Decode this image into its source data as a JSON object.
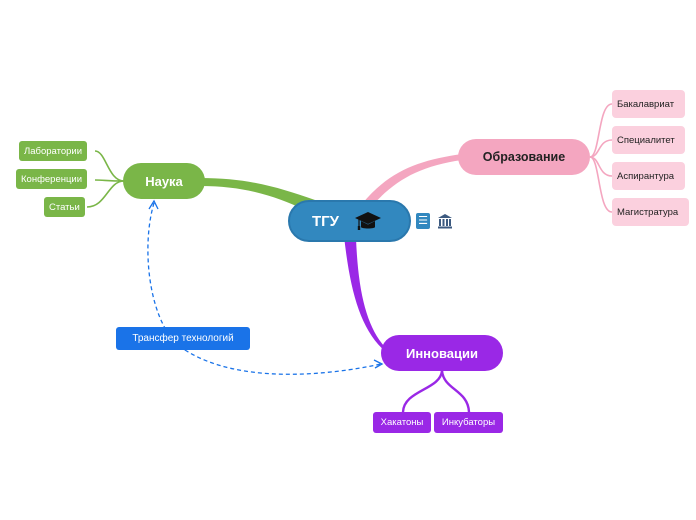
{
  "colors": {
    "center": "#3288bf",
    "green": "#7ab648",
    "pink": "#f4a6c0",
    "pink_light": "#fbd0de",
    "purple": "#9a28e6",
    "blue_link": "#1a73e8"
  },
  "center": {
    "label": "ТГУ",
    "icon": "graduation-cap-icon"
  },
  "side_icons": [
    "notes-icon",
    "university-building-icon"
  ],
  "branches": {
    "nauka": {
      "label": "Наука",
      "children": [
        "Лаборатории",
        "Конференции",
        "Статьи"
      ]
    },
    "obrazovanie": {
      "label": "Образование",
      "children": [
        "Бакалавриат",
        "Специалитет",
        "Аспирантура",
        "Магистратура"
      ]
    },
    "innovacii": {
      "label": "Инновации",
      "children": [
        "Хакатоны",
        "Инкубаторы"
      ]
    }
  },
  "relationship": {
    "label": "Трансфер технологий",
    "from": "Наука",
    "to": "Инновации",
    "style": "dashed"
  }
}
